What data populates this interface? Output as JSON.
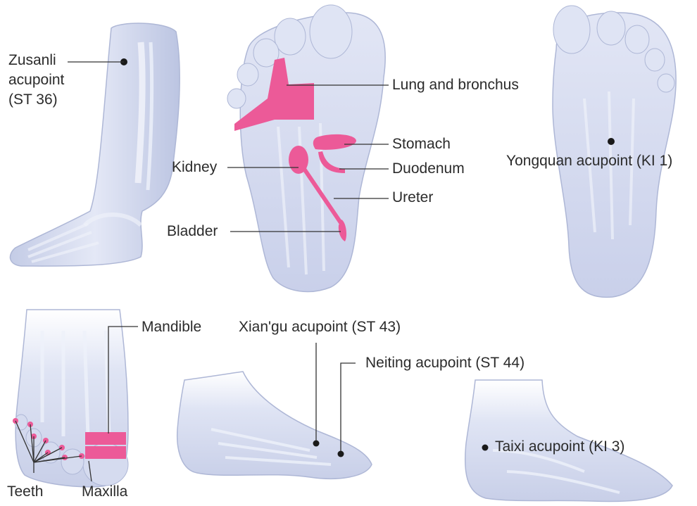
{
  "labels": {
    "zusanli_line1": "Zusanli",
    "zusanli_line2": "acupoint",
    "zusanli_line3": "(ST 36)",
    "lung": "Lung and bronchus",
    "stomach": "Stomach",
    "duodenum": "Duodenum",
    "kidney": "Kidney",
    "ureter": "Ureter",
    "bladder": "Bladder",
    "yongquan": "Yongquan acupoint (KI 1)",
    "mandible": "Mandible",
    "xiangu": "Xian'gu acupoint (ST 43)",
    "neiting": "Neiting acupoint (ST 44)",
    "taixi": "Taixi acupoint (KI 3)",
    "teeth": "Teeth",
    "maxilla": "Maxilla"
  },
  "colors": {
    "skin": "#dde3f3",
    "skin_shadow": "#b9c2de",
    "bone": "#eef1fa",
    "reflex_zone": "#ec5a98",
    "line": "#333333"
  }
}
